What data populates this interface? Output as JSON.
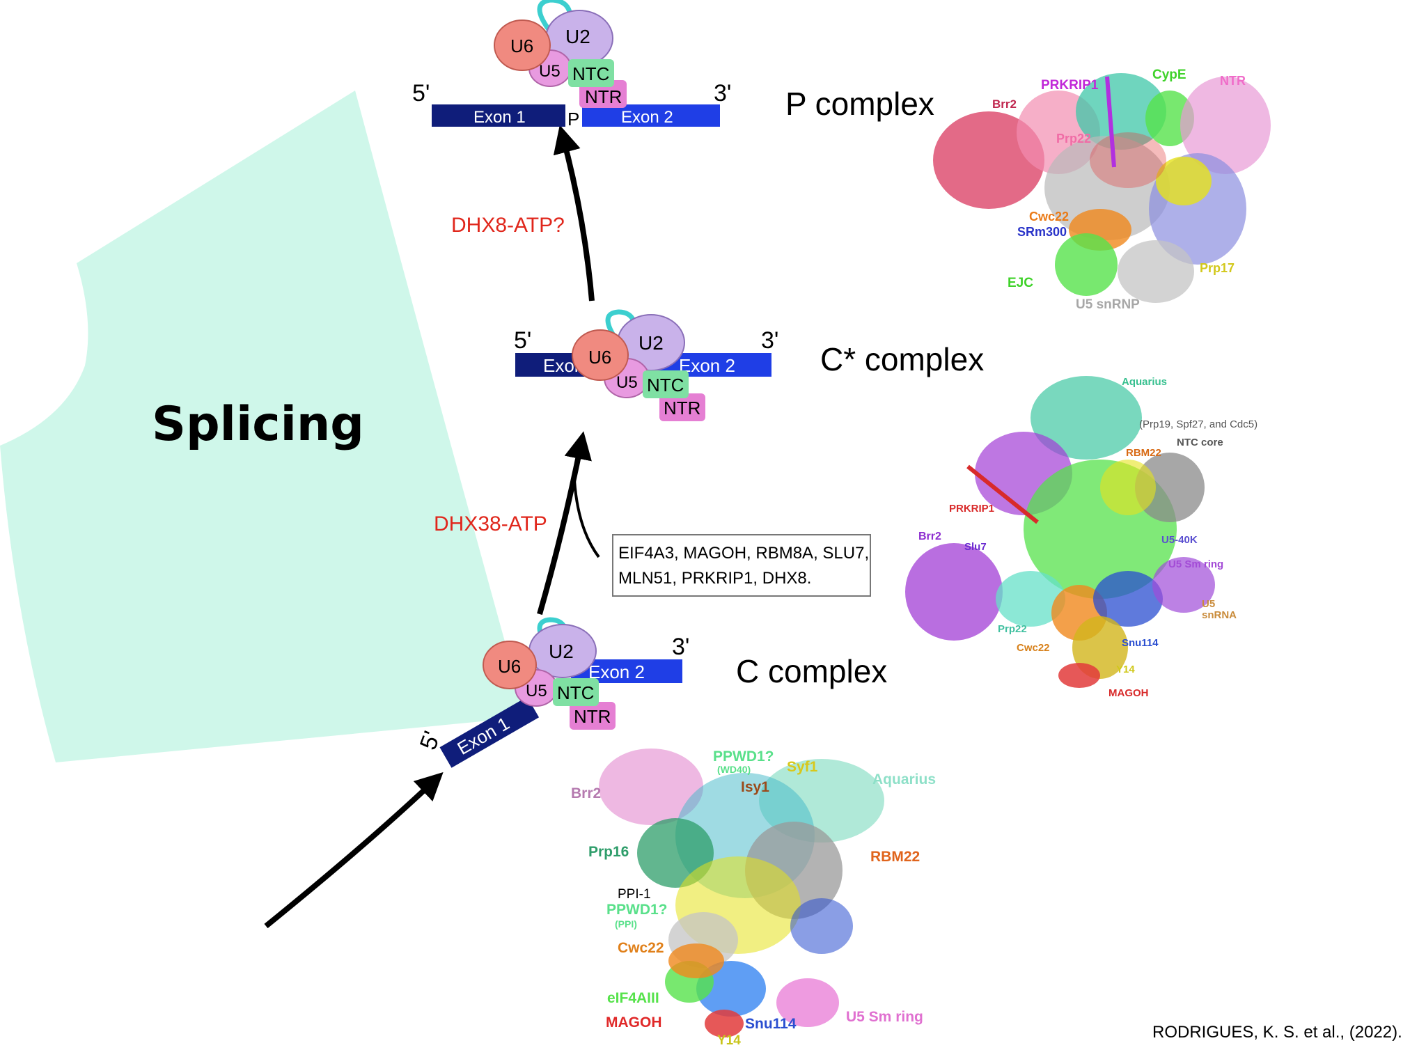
{
  "title": "Splicing",
  "citation": "RODRIGUES, K. S. et al., (2022).",
  "complexes": {
    "P": {
      "label": "P complex",
      "five_prime": "5'",
      "three_prime": "3'",
      "exon1": "Exon 1",
      "exon2": "Exon 2",
      "junction": "P",
      "u6": "U6",
      "u2": "U2",
      "u5": "U5",
      "ntc": "NTC",
      "ntr": "NTR"
    },
    "Cstar": {
      "label": "C* complex",
      "five_prime": "5'",
      "three_prime": "3'",
      "exon1": "Exon",
      "exon2": "Exon 2",
      "u6": "U6",
      "u2": "U2",
      "u5": "U5",
      "ntc": "NTC",
      "ntr": "NTR"
    },
    "C": {
      "label": "C complex",
      "five_prime": "5'",
      "three_prime": "3'",
      "exon1": "Exon 1",
      "exon2": "Exon 2",
      "u6": "U6",
      "u2": "U2",
      "u5": "U5",
      "ntc": "NTC",
      "ntr": "NTR"
    }
  },
  "transitions": {
    "c_to_cstar": "DHX38-ATP",
    "cstar_to_p": "DHX8-ATP?"
  },
  "released_factors": {
    "line1": "EIF4A3, MAGOH, RBM8A, SLU7,",
    "line2": "MLN51, PRKRIP1, DHX8."
  },
  "structure_labels": {
    "p": {
      "brr2": "Brr2",
      "prkrip1": "PRKRIP1",
      "cype": "CypE",
      "ntr": "NTR",
      "prp22": "Prp22",
      "cwc22": "Cwc22",
      "srm300": "SRm300",
      "prp17": "Prp17",
      "ejc": "EJC",
      "u5snrnp": "U5 snRNP"
    },
    "cstar": {
      "aquarius": "Aquarius",
      "ntc_note": "(Prp19, Spf27, and Cdc5)",
      "ntc_core": "NTC core",
      "rbm22": "RBM22",
      "prkrip1": "PRKRIP1",
      "brr2": "Brr2",
      "slu7": "Slu7",
      "u540k": "U5-40K",
      "u5smring": "U5 Sm ring",
      "u5snrna_1": "U5",
      "u5snrna_2": "snRNA",
      "prp22": "Prp22",
      "cwc22": "Cwc22",
      "snu114": "Snu114",
      "y14": "Y14",
      "magoh": "MAGOH"
    },
    "c": {
      "ppwd1": "PPWD1?",
      "wd40": "(WD40)",
      "syf1": "Syf1",
      "isy1": "Isy1",
      "aquarius": "Aquarius",
      "brr2": "Brr2",
      "prp16": "Prp16",
      "rbm22": "RBM22",
      "ppi1": "PPI-1",
      "ppwd1b": "PPWD1?",
      "ppi": "(PPI)",
      "cwc22": "Cwc22",
      "eif4aiii": "eIF4AIII",
      "magoh": "MAGOH",
      "y14": "Y14",
      "snu114": "Snu114",
      "u5smring": "U5 Sm ring"
    }
  },
  "colors": {
    "sector": "#cff7ea",
    "exon_dark": "#0f1d7a",
    "exon_light": "#1f3ee6",
    "u6": "#f08a80",
    "u2": "#c9b2ea",
    "u5": "#e89ae0",
    "ntc": "#7fe0a3",
    "ntr": "#e57fd3",
    "loop": "#3ccfcf",
    "transition_text": "#e0261b"
  }
}
